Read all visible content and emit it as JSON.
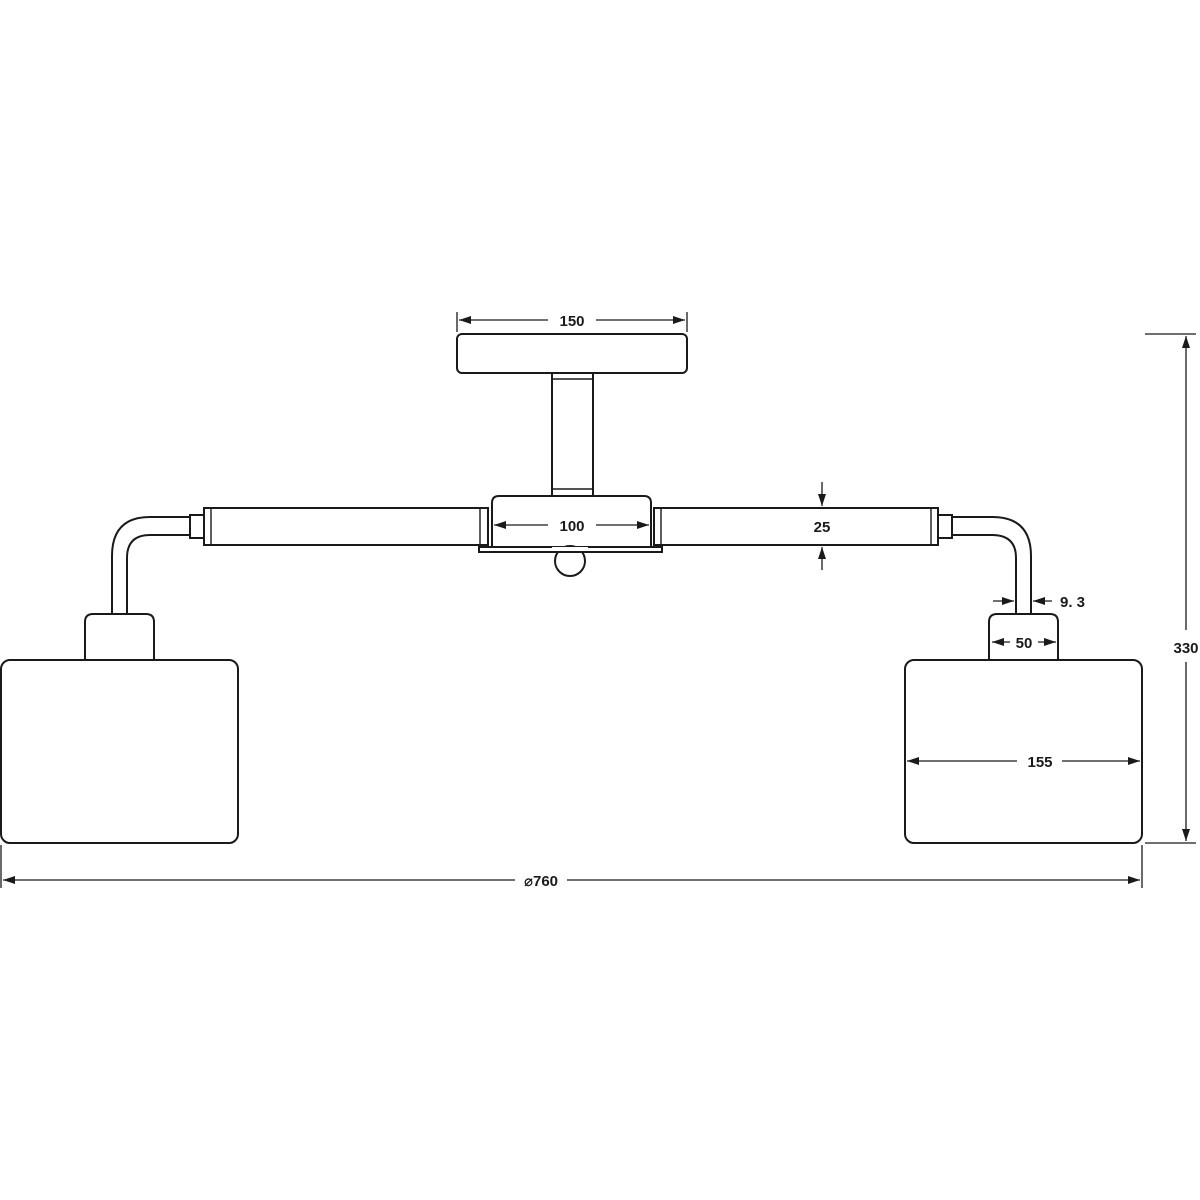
{
  "drawing": {
    "stroke_color": "#1a1a1a",
    "background": "#ffffff"
  },
  "dimensions": {
    "canopy_width": "150",
    "housing_width": "100",
    "arm_diameter": "25",
    "stem_width": "9. 3",
    "holder_width": "50",
    "shade_width": "155",
    "total_height": "330",
    "total_diameter": "⌀760"
  }
}
